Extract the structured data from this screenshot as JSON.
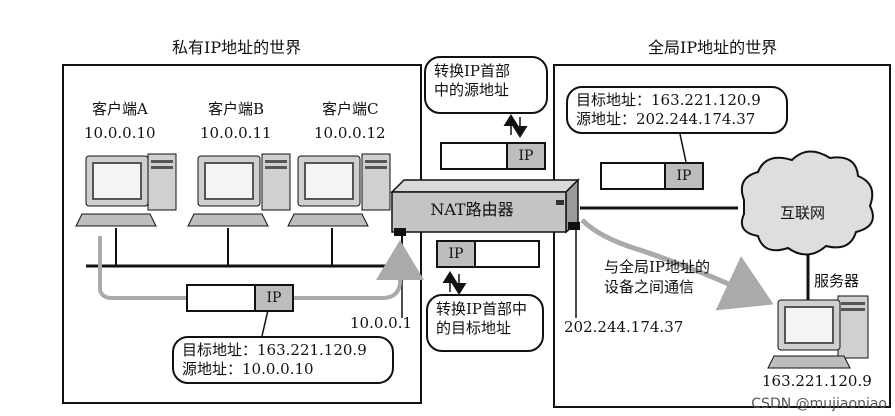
{
  "left_panel": {
    "title": "私有IP地址的世界",
    "clients": [
      {
        "name": "客户端A",
        "ip": "10.0.0.10"
      },
      {
        "name": "客户端B",
        "ip": "10.0.0.11"
      },
      {
        "name": "客户端C",
        "ip": "10.0.0.12"
      }
    ],
    "router_inside_ip": "10.0.0.1",
    "packet": {
      "header": "IP"
    },
    "addr_box": {
      "dest_line": "目标地址：163.221.120.9",
      "src_line": "源地址：10.0.0.10"
    }
  },
  "right_panel": {
    "title": "全局IP地址的世界",
    "addr_box": {
      "dest_line": "目标地址：163.221.120.9",
      "src_line": "源地址：202.244.174.37"
    },
    "packet": {
      "header": "IP"
    },
    "internet_label": "互联网",
    "server_label": "服务器",
    "server_ip": "163.221.120.9",
    "comm_text": [
      "与全局IP地址的",
      "设备之间通信"
    ],
    "router_outside_ip": "202.244.174.37"
  },
  "router": {
    "label": "NAT路由器"
  },
  "top_note": [
    "转换IP首部",
    "中的源地址"
  ],
  "top_packet": {
    "header": "IP"
  },
  "bottom_note": [
    "转换IP首部中",
    "的目标地址"
  ],
  "bottom_packet": {
    "header": "IP"
  },
  "watermark": "CSDN @mujiaoniao"
}
